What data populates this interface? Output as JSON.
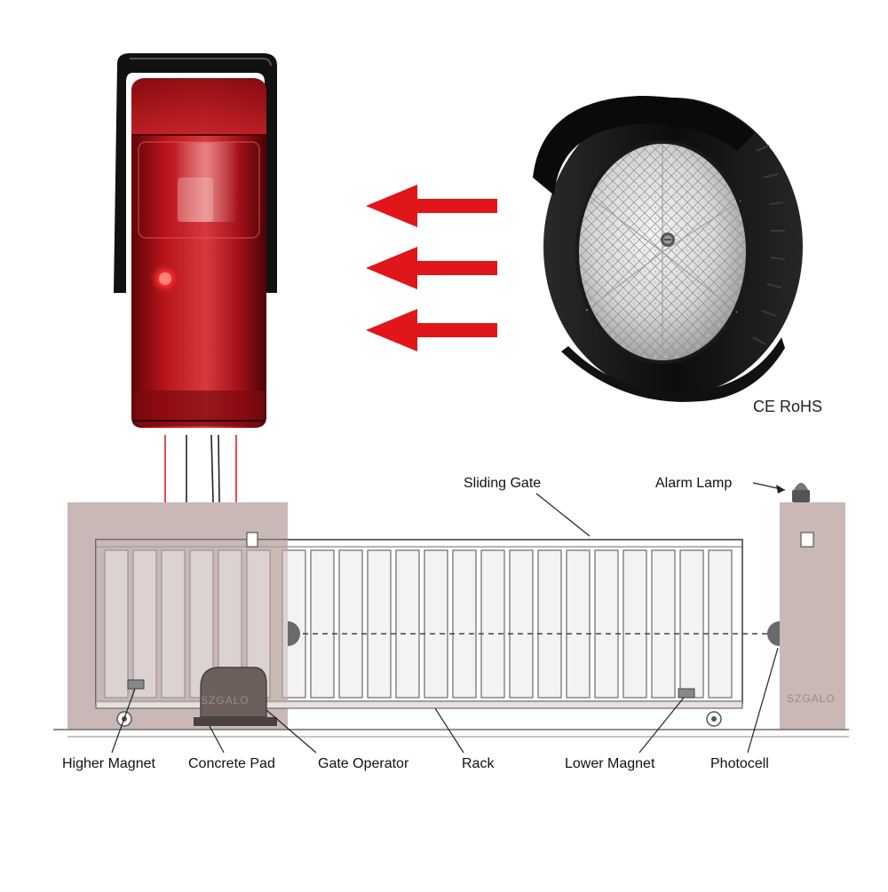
{
  "labels": {
    "sliding_gate": "Sliding Gate",
    "alarm_lamp": "Alarm Lamp",
    "higher_magnet": "Higher Magnet",
    "concrete_pad": "Concrete Pad",
    "gate_operator": "Gate Operator",
    "rack": "Rack",
    "lower_magnet": "Lower Magnet",
    "photocell": "Photocell"
  },
  "certification": "CE RoHS",
  "watermarks": [
    "SZGALO",
    "SZGALO"
  ],
  "colors": {
    "sensor_red": "#b8141a",
    "arrow_red": "#e0161a",
    "reflector_black": "#141414",
    "wall": "#c9b8b6",
    "gate_line": "#6a6a6a"
  },
  "icons": [
    "photo-beam-sensor-icon",
    "reflector-icon",
    "beam-arrow-icon"
  ]
}
